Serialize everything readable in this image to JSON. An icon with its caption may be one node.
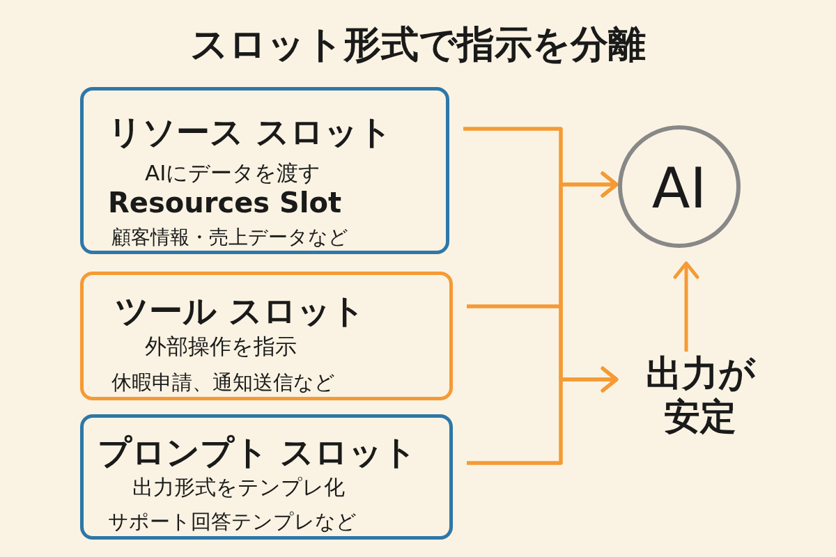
{
  "diagram": {
    "title": "スロット形式で指示を分離",
    "nodes": [
      {
        "text": [
          "リソース スロット",
          "AIにデータを渡す",
          "Resources Slot",
          "顧客情報・売上データなど"
        ]
      },
      {
        "text": [
          "ツール スロット",
          "外部操作を指示",
          "休暇申請、通知送信など"
        ]
      },
      {
        "text": [
          "プロンプト スロット",
          "出力形式をテンプレ化",
          "サポート回答テンプレなど"
        ]
      },
      {
        "text": [
          "AI"
        ]
      },
      {
        "text": [
          "出力が安定"
        ]
      }
    ],
    "edges": [
      {
        "from": 0,
        "to": 3,
        "arrow": "to"
      },
      {
        "from": 1,
        "to": 3,
        "arrow": "to"
      },
      {
        "from": 2,
        "to": 3,
        "arrow": "to"
      },
      {
        "from": 0,
        "to": 4,
        "arrow": "to"
      },
      {
        "from": 1,
        "to": 4,
        "arrow": "to"
      },
      {
        "from": 2,
        "to": 4,
        "arrow": "to"
      },
      {
        "from": 4,
        "to": 3,
        "arrow": "to"
      }
    ]
  }
}
